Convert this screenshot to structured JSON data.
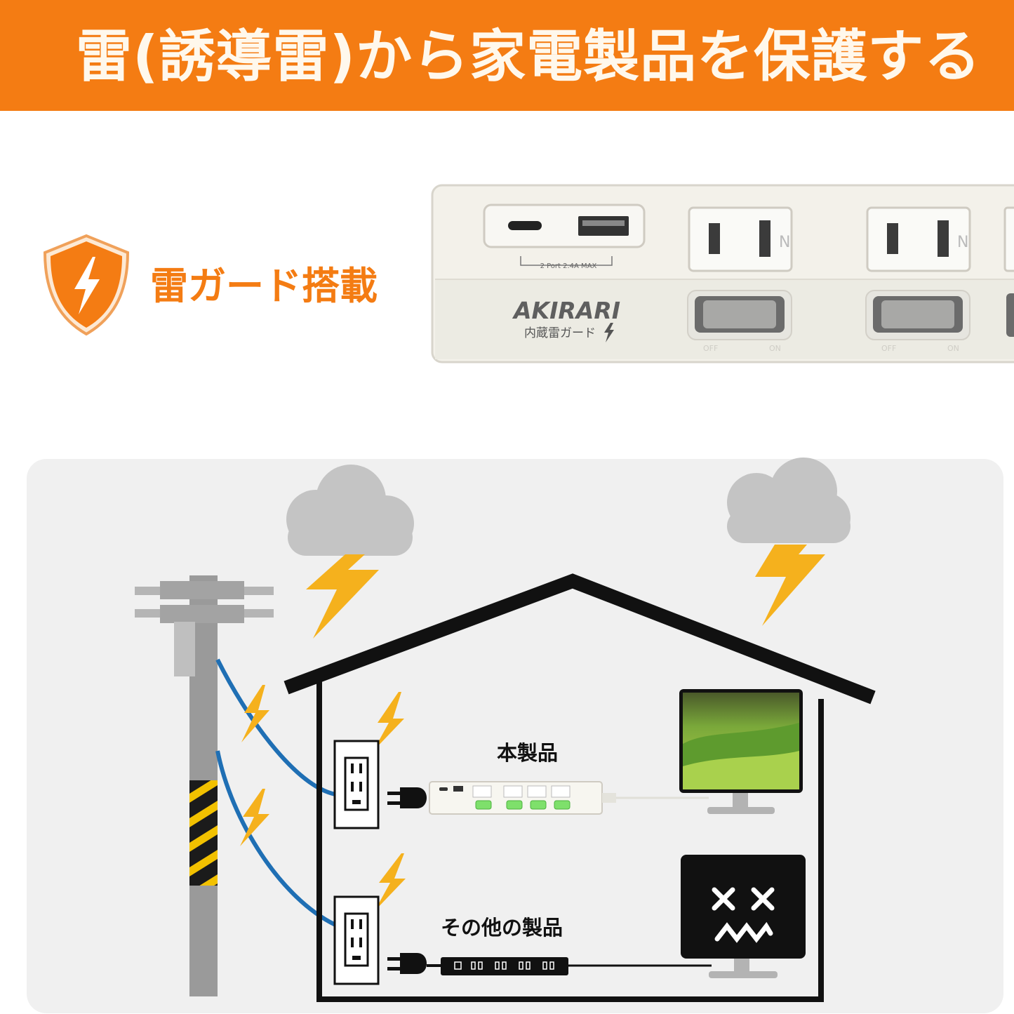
{
  "banner": {
    "title": "雷(誘導雷)から家電製品を保護する",
    "color": "#f47c13"
  },
  "feature": {
    "icon": "shield-lightning-icon",
    "label": "雷ガード搭載"
  },
  "product": {
    "usb_caption": "2 Port 2.4A MAX",
    "brand": "AKIRARI",
    "brand_sub": "内蔵雷ガード",
    "outlet_mark": "N",
    "switch_off": "OFF",
    "switch_on": "ON"
  },
  "diagram": {
    "label_product": "本製品",
    "label_other": "その他の製品",
    "lightning_color": "#f5b11d",
    "wire_color": "#1f6fb4",
    "cloud_color": "#c4c4c4"
  }
}
